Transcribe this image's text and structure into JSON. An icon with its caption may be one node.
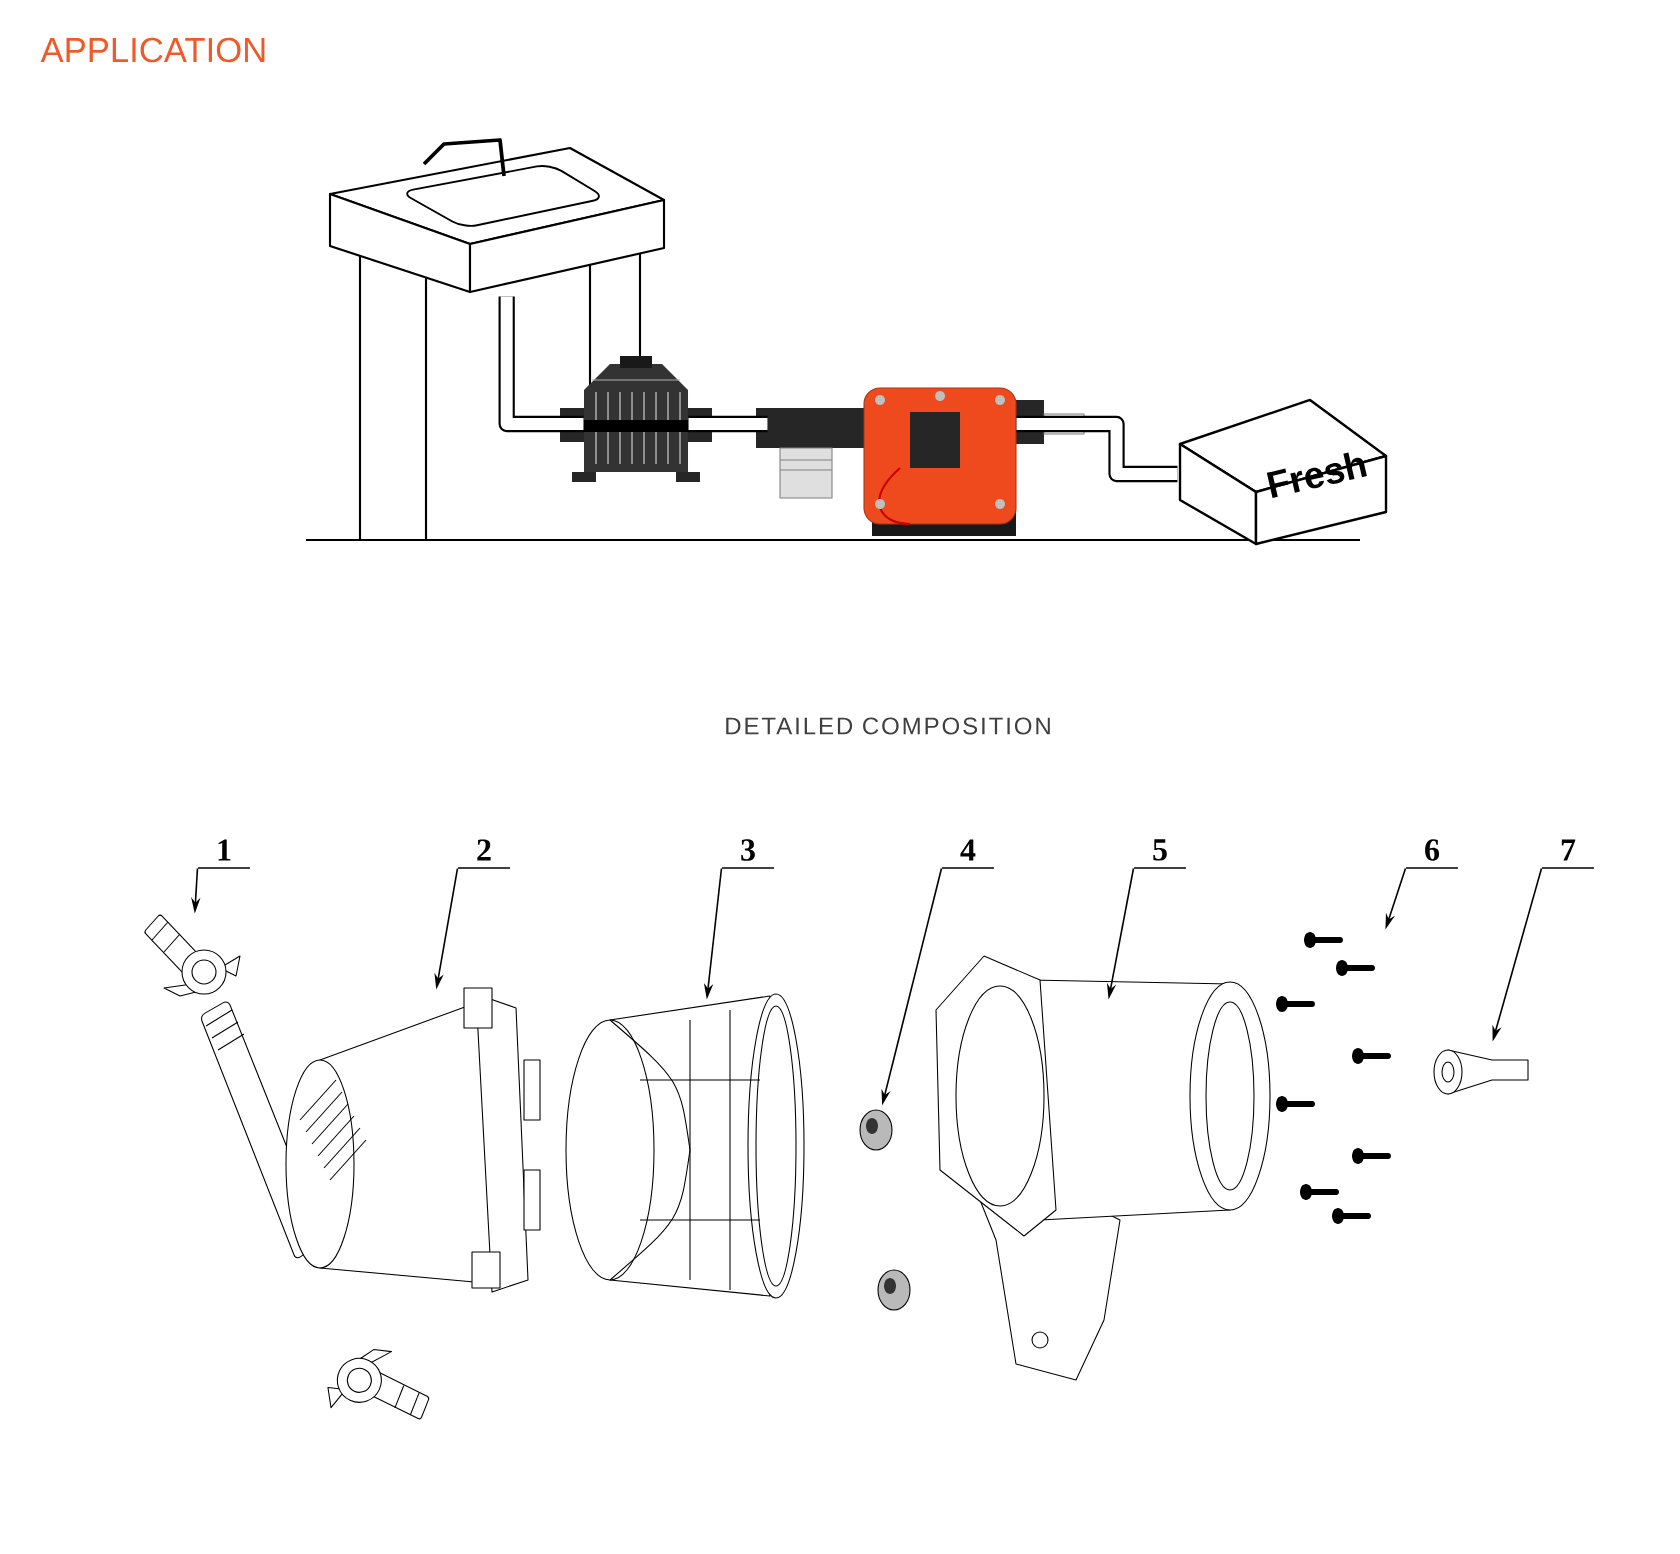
{
  "diagram": {
    "nodes": [
      {
        "text": [],
        "shape": "picture"
      },
      {
        "text": [],
        "shape": "picture"
      },
      {
        "text": [],
        "shape": "picture"
      },
      {
        "text": [],
        "shape": "picture"
      },
      {
        "text": [
          "Fresh"
        ]
      },
      {
        "text": [
          "1"
        ]
      },
      {
        "text": [
          "2"
        ]
      },
      {
        "text": [
          "3"
        ]
      },
      {
        "text": [
          "4"
        ]
      },
      {
        "text": [
          "5"
        ]
      },
      {
        "text": [
          "6"
        ]
      },
      {
        "text": [
          "7"
        ]
      },
      {
        "text": [],
        "shape": "picture"
      },
      {
        "text": [],
        "shape": "picture"
      },
      {
        "text": [],
        "shape": "picture"
      },
      {
        "text": [],
        "shape": "picture"
      },
      {
        "text": [],
        "shape": "picture"
      },
      {
        "text": [],
        "shape": "picture"
      },
      {
        "text": [],
        "shape": "picture"
      }
    ],
    "edges": [
      {
        "from": 0,
        "to": 1,
        "arrow": "none",
        "style": "thick"
      },
      {
        "from": 1,
        "to": 2,
        "arrow": "none",
        "style": "thick"
      },
      {
        "from": 3,
        "to": 4,
        "arrow": "none",
        "style": "thick"
      },
      {
        "from": 5,
        "to": 12,
        "arrow": "to"
      },
      {
        "from": 6,
        "to": 13,
        "arrow": "to"
      },
      {
        "from": 7,
        "to": 14,
        "arrow": "to"
      },
      {
        "from": 8,
        "to": 15,
        "arrow": "to"
      },
      {
        "from": 9,
        "to": 16,
        "arrow": "to"
      },
      {
        "from": 10,
        "to": 17,
        "arrow": "to"
      },
      {
        "from": 11,
        "to": 18,
        "arrow": "to"
      }
    ],
    "labels": [
      "APPLICATION",
      "DETAILED COMPOSITION"
    ]
  }
}
